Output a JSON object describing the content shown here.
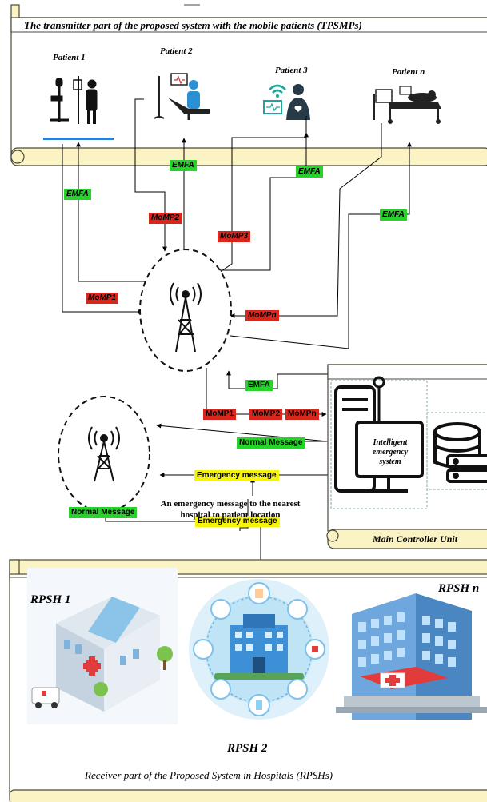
{
  "transmitter": {
    "title": "The transmitter part of the proposed system with the mobile patients (TPSMPs)",
    "patients": [
      "Patient 1",
      "Patient 2",
      "Patient 3",
      "Patient n"
    ]
  },
  "labels": {
    "emfa": "EMFA",
    "momp1": "MoMP1",
    "momp2": "MoMP2",
    "momp3": "MoMP3",
    "mompn": "MoMPn",
    "normal_message": "Normal Message",
    "emergency_message": "Emergency message"
  },
  "controller": {
    "title": "Main Controller  Unit",
    "system_text": "Intelligent emergency system"
  },
  "note": "An emergency message to the nearest hospital to patient location",
  "receiver": {
    "title": "Receiver part of the Proposed System in Hospitals (RPSHs)",
    "hospitals": [
      "RPSH 1",
      "RPSH 2",
      "RPSH n"
    ]
  },
  "colors": {
    "scroll_fill": "#fbf3c4",
    "scroll_border": "#4a4a3a",
    "green": "#27d22b",
    "red": "#d9261c",
    "yellow": "#f7f40a"
  }
}
